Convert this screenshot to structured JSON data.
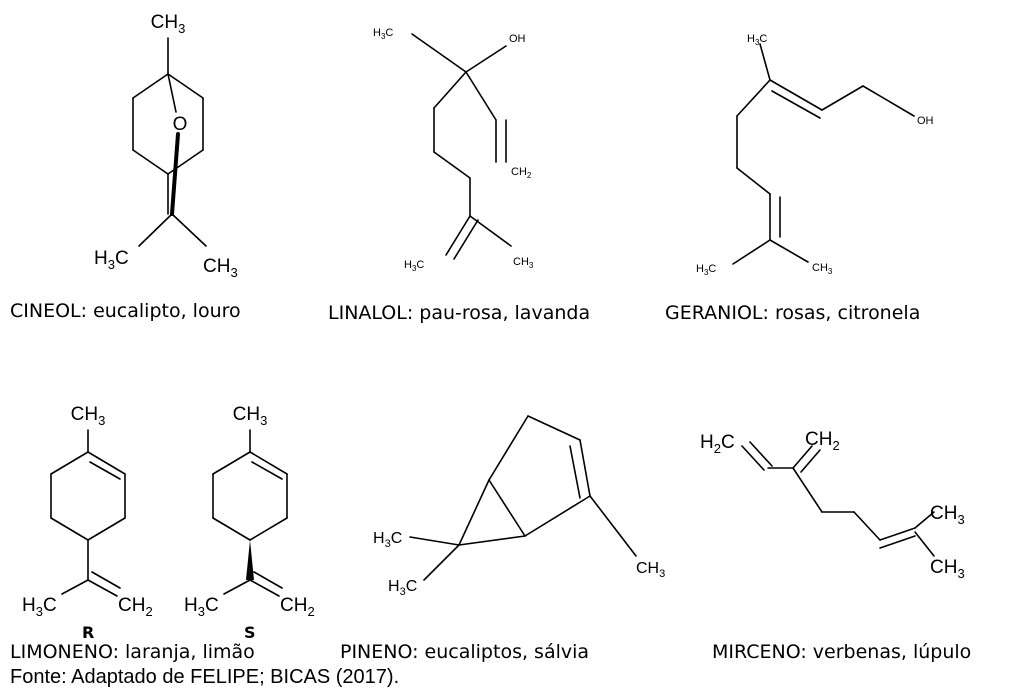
{
  "molecules": [
    {
      "caption": "CINEOL: eucalipto, louro",
      "labels": {
        "ch3_top": "CH",
        "sub3": "3",
        "o": "O",
        "h3c_left": "H",
        "h3c_left_c": "C",
        "ch3_right": "CH"
      }
    },
    {
      "caption": "LINALOL: pau-rosa, lavanda",
      "labels": {
        "h3c_top": "H",
        "h3c_top_c": "C",
        "oh": "OH",
        "ch2": "CH",
        "sub2": "2",
        "sub3": "3",
        "h3c_bottom": "H",
        "h3c_bottom_c": "C",
        "ch3_bottom": "CH"
      }
    },
    {
      "caption": "GERANIOL: rosas, citronela",
      "labels": {
        "h3c_top": "H",
        "h3c_top_c": "C",
        "oh": "OH",
        "sub3": "3",
        "h3c_bottom": "H",
        "h3c_bottom_c": "C",
        "ch3_bottom": "CH"
      }
    },
    {
      "caption": "LIMONENO: laranja, limão",
      "labels": {
        "ch3": "CH",
        "sub3": "3",
        "sub2": "2",
        "h3c": "H",
        "h3c_c": "C",
        "ch2": "CH",
        "stereo_r": "R",
        "stereo_s": "S"
      }
    },
    {
      "caption": "PINENO: eucaliptos, sálvia",
      "labels": {
        "h3c_upper": "H",
        "h3c_upper_c": "C",
        "h3c_lower": "H",
        "h3c_lower_c": "C",
        "ch3": "CH",
        "sub3": "3"
      }
    },
    {
      "caption": "MIRCENO: verbenas, lúpulo",
      "labels": {
        "h2c": "H",
        "h2c_c": "C",
        "ch2": "CH",
        "sub2": "2",
        "ch3_upper": "CH",
        "ch3_lower": "CH",
        "sub3": "3"
      }
    }
  ],
  "source": "Fonte: Adaptado de FELIPE; BICAS (2017)."
}
